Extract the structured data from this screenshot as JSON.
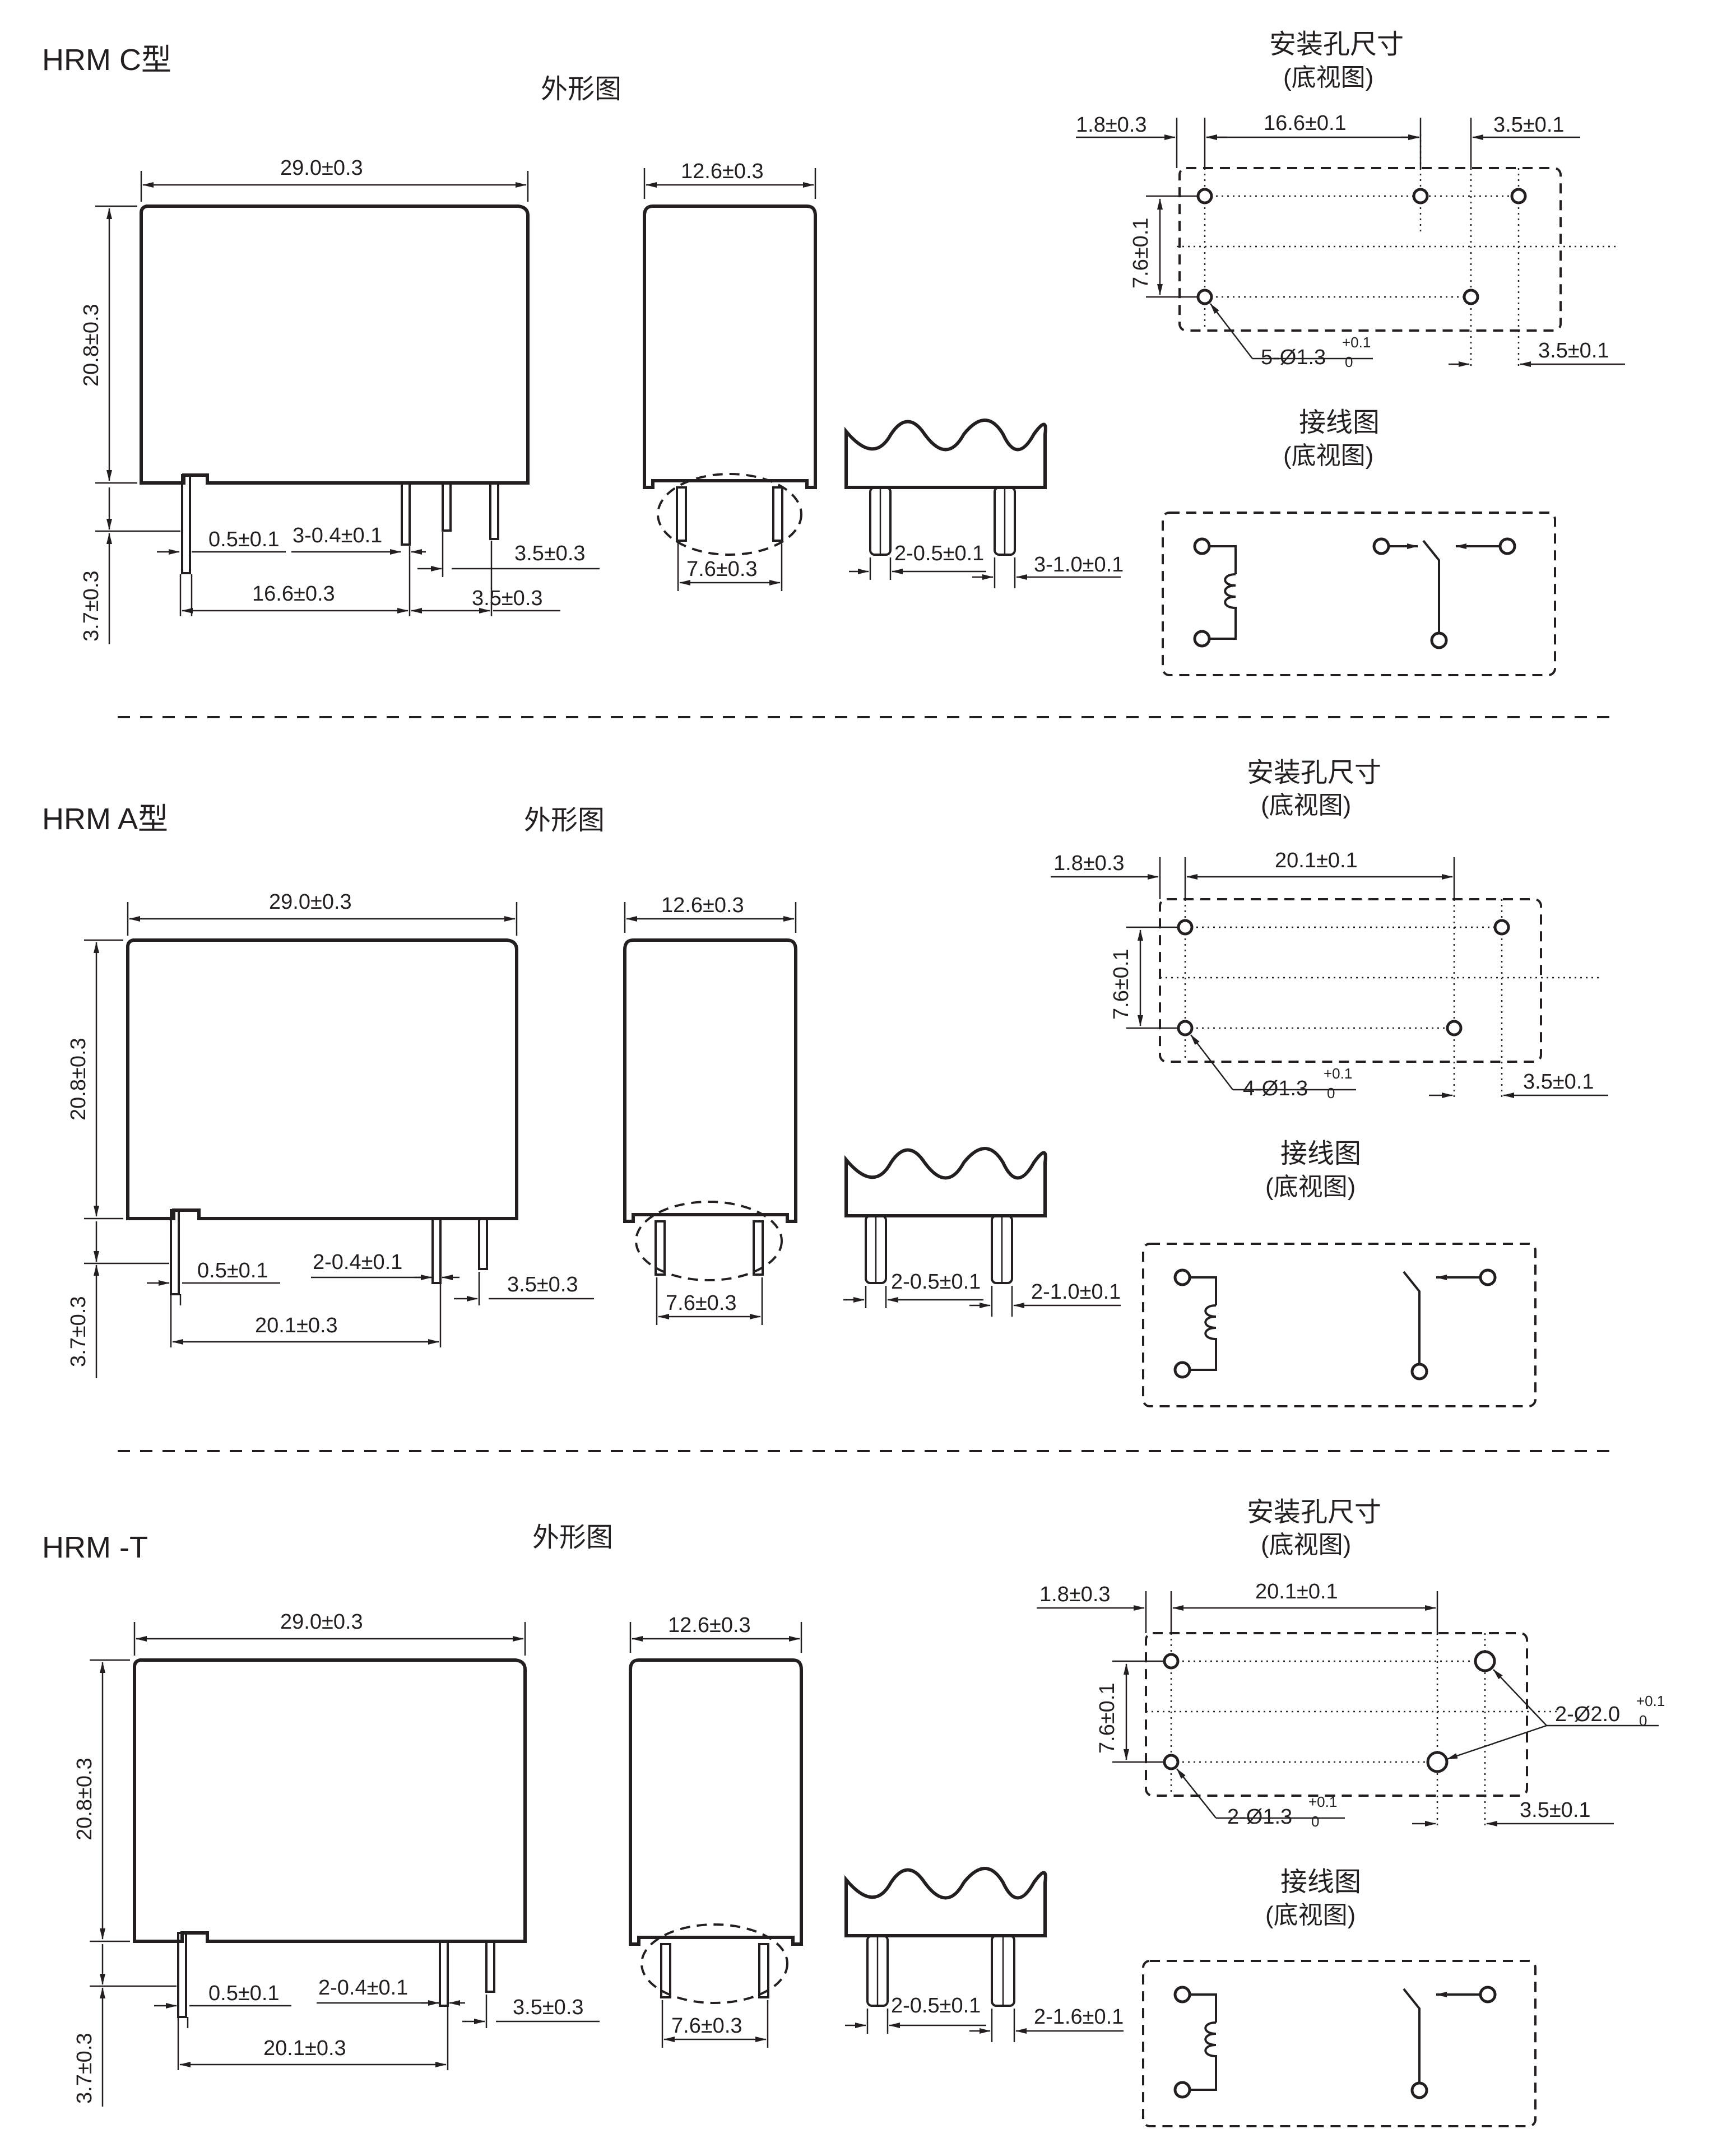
{
  "sections": [
    {
      "model": "HRM C型",
      "outline_label": "外形图",
      "width_dim": "29.0±0.3",
      "height_dim": "20.8±0.3",
      "pin_len_dim": "3.7±0.3",
      "pin_w": "0.5±0.1",
      "pin_3": "3-0.4±0.1",
      "pin_spacing_a": "3.5±0.3",
      "pin_spacing_b": "16.6±0.3",
      "pin_spacing_c": "3.5±0.3",
      "side_width": "12.6±0.3",
      "side_pitch": "7.6±0.3",
      "detail_a": "2-0.5±0.1",
      "detail_b": "3-1.0±0.1",
      "mount_title": "安装孔尺寸",
      "mount_sub": "(底视图)",
      "mount_left": "1.8±0.3",
      "mount_mid": "16.6±0.1",
      "mount_right": "3.5±0.1",
      "mount_v": "7.6±0.1",
      "mount_hole": "5-Ø1.3",
      "mount_hole_tol": "+0.1",
      "mount_hole_tol_low": "0",
      "mount_bottom": "3.5±0.1",
      "wiring_title": "接线图",
      "wiring_sub": "(底视图)"
    },
    {
      "model": "HRM A型",
      "outline_label": "外形图",
      "width_dim": "29.0±0.3",
      "height_dim": "20.8±0.3",
      "pin_len_dim": "3.7±0.3",
      "pin_w": "0.5±0.1",
      "pin_3": "2-0.4±0.1",
      "pin_spacing_a": "3.5±0.3",
      "pin_spacing_b": "20.1±0.3",
      "side_width": "12.6±0.3",
      "side_pitch": "7.6±0.3",
      "detail_a": "2-0.5±0.1",
      "detail_b": "2-1.0±0.1",
      "mount_title": "安装孔尺寸",
      "mount_sub": "(底视图)",
      "mount_left": "1.8±0.3",
      "mount_mid": "20.1±0.1",
      "mount_v": "7.6±0.1",
      "mount_hole": "4-Ø1.3",
      "mount_hole_tol": "+0.1",
      "mount_hole_tol_low": "0",
      "mount_bottom": "3.5±0.1",
      "wiring_title": "接线图",
      "wiring_sub": "(底视图)"
    },
    {
      "model": "HRM -T",
      "outline_label": "外形图",
      "width_dim": "29.0±0.3",
      "height_dim": "20.8±0.3",
      "pin_len_dim": "3.7±0.3",
      "pin_w": "0.5±0.1",
      "pin_3": "2-0.4±0.1",
      "pin_spacing_a": "3.5±0.3",
      "pin_spacing_b": "20.1±0.3",
      "side_width": "12.6±0.3",
      "side_pitch": "7.6±0.3",
      "detail_a": "2-0.5±0.1",
      "detail_b": "2-1.6±0.1",
      "mount_title": "安装孔尺寸",
      "mount_sub": "(底视图)",
      "mount_left": "1.8±0.3",
      "mount_mid": "20.1±0.1",
      "mount_v": "7.6±0.1",
      "mount_hole": "2-Ø1.3",
      "mount_hole_tol": "+0.1",
      "mount_hole_tol_low": "0",
      "mount_hole2": "2-Ø2.0",
      "mount_hole2_tol": "+0.1",
      "mount_hole2_tol_low": "0",
      "mount_bottom": "3.5±0.1",
      "wiring_title": "接线图",
      "wiring_sub": "(底视图)"
    }
  ]
}
